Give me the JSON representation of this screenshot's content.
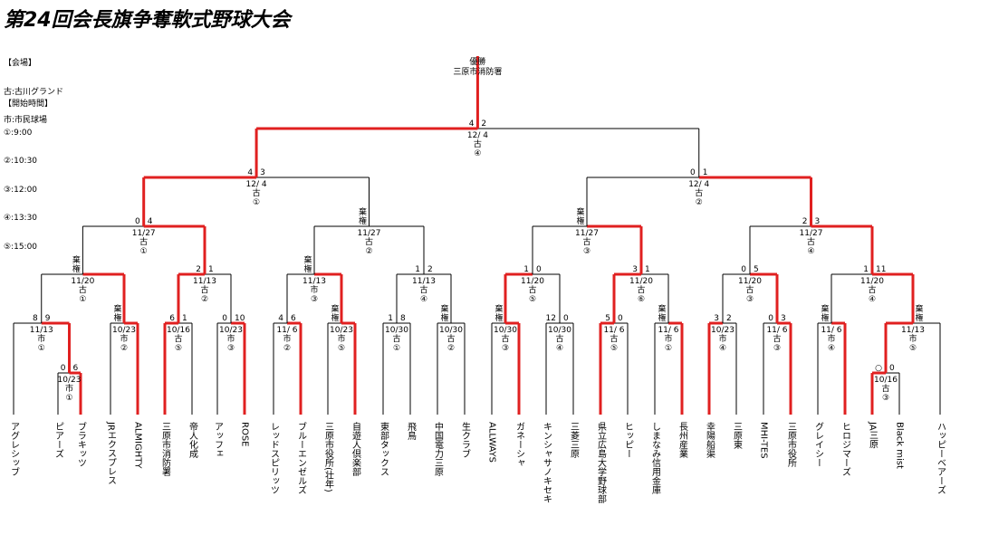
{
  "title": "第24回会長旗争奪軟式野球大会",
  "venue": {
    "header": "【会場】",
    "lines": [
      "古:古川グランド",
      "市:市民球場"
    ]
  },
  "times": {
    "header": "【開始時間】",
    "lines": [
      "①:9:00",
      "②:10:30",
      "③:12:00",
      "④:13:30",
      "⑤:15:00"
    ]
  },
  "final": {
    "label1": "優勝",
    "label2": "三原市消防署",
    "scores": [
      "4",
      "2"
    ],
    "date": "12/ 4",
    "venue": "古",
    "slot": "④"
  },
  "teams": [
    "アグレシッブ",
    "ピアーズ",
    "ブラキッツ",
    "JRエクスプレス",
    "ALMIGHTY",
    "三原市消防署",
    "帝人化成",
    "アッフェ",
    "ROSE",
    "レッドスピリッツ",
    "ブルーエンゼルズ",
    "三原市役所(壮年)",
    "自遊人倶楽部",
    "東部タックス",
    "飛鳥",
    "中国電力三原",
    "生クラブ",
    "ALLWAYS",
    "ガネーシャ",
    "キンシャサノキセキ",
    "三菱三原",
    "県立広島大学野球部",
    "ヒッピー",
    "しまなみ信用金庫",
    "長州産業",
    "幸陽船渠",
    "三原東",
    "MHI-TES",
    "三原市役所",
    "グレイシー",
    "ヒロジマーズ",
    "JA三原",
    "Black mist",
    "ハッピーベアーズ"
  ],
  "matches": [
    {
      "date": "10/23",
      "venue": "市",
      "slot": "①",
      "scores": [
        "0",
        "6"
      ]
    },
    {
      "date": "10/16",
      "venue": "古",
      "slot": "③",
      "scores": [
        "○",
        "0"
      ]
    },
    {
      "date": "11/13",
      "venue": "市",
      "slot": "①",
      "scores": [
        "8",
        "9"
      ]
    },
    {
      "date": "10/23",
      "venue": "市",
      "slot": "②",
      "scores": [
        "棄権",
        ""
      ]
    },
    {
      "date": "10/16",
      "venue": "古",
      "slot": "⑤",
      "scores": [
        "6",
        "1"
      ]
    },
    {
      "date": "10/23",
      "venue": "市",
      "slot": "③",
      "scores": [
        "0",
        "10"
      ]
    },
    {
      "date": "11/ 6",
      "venue": "市",
      "slot": "②",
      "scores": [
        "4",
        "6"
      ]
    },
    {
      "date": "10/23",
      "venue": "市",
      "slot": "⑤",
      "scores": [
        "棄権",
        ""
      ]
    },
    {
      "date": "10/30",
      "venue": "古",
      "slot": "①",
      "scores": [
        "1",
        "8"
      ]
    },
    {
      "date": "10/30",
      "venue": "古",
      "slot": "②",
      "scores": [
        "棄権",
        ""
      ]
    },
    {
      "date": "10/30",
      "venue": "古",
      "slot": "③",
      "scores": [
        "棄権",
        ""
      ]
    },
    {
      "date": "10/30",
      "venue": "古",
      "slot": "④",
      "scores": [
        "12",
        "0"
      ]
    },
    {
      "date": "11/ 6",
      "venue": "古",
      "slot": "⑤",
      "scores": [
        "5",
        "0"
      ]
    },
    {
      "date": "11/ 6",
      "venue": "市",
      "slot": "①",
      "scores": [
        "棄権",
        ""
      ]
    },
    {
      "date": "10/23",
      "venue": "市",
      "slot": "④",
      "scores": [
        "3",
        "2"
      ]
    },
    {
      "date": "11/ 6",
      "venue": "古",
      "slot": "③",
      "scores": [
        "0",
        "3"
      ]
    },
    {
      "date": "11/ 6",
      "venue": "市",
      "slot": "④",
      "scores": [
        "棄権",
        ""
      ]
    },
    {
      "date": "11/13",
      "venue": "市",
      "slot": "⑤",
      "scores": [
        "",
        "棄権"
      ]
    },
    {
      "date": "11/20",
      "venue": "古",
      "slot": "①",
      "scores": [
        "棄権",
        ""
      ]
    },
    {
      "date": "11/13",
      "venue": "古",
      "slot": "②",
      "scores": [
        "2",
        "1"
      ]
    },
    {
      "date": "11/13",
      "venue": "市",
      "slot": "③",
      "scores": [
        "棄権",
        ""
      ]
    },
    {
      "date": "11/13",
      "venue": "古",
      "slot": "④",
      "scores": [
        "1",
        "2"
      ]
    },
    {
      "date": "11/20",
      "venue": "古",
      "slot": "⑤",
      "scores": [
        "1",
        "0"
      ]
    },
    {
      "date": "11/20",
      "venue": "古",
      "slot": "⑥",
      "scores": [
        "3",
        "1"
      ]
    },
    {
      "date": "11/20",
      "venue": "古",
      "slot": "③",
      "scores": [
        "0",
        "5"
      ]
    },
    {
      "date": "11/20",
      "venue": "古",
      "slot": "④",
      "scores": [
        "1",
        "11"
      ]
    },
    {
      "date": "11/27",
      "venue": "古",
      "slot": "①",
      "scores": [
        "0",
        "4"
      ]
    },
    {
      "date": "11/27",
      "venue": "古",
      "slot": "②",
      "scores": [
        "棄権",
        ""
      ]
    },
    {
      "date": "11/27",
      "venue": "古",
      "slot": "③",
      "scores": [
        "棄権",
        ""
      ]
    },
    {
      "date": "11/27",
      "venue": "古",
      "slot": "④",
      "scores": [
        "2",
        "3"
      ]
    },
    {
      "date": "12/ 4",
      "venue": "古",
      "slot": "①",
      "scores": [
        "4",
        "3"
      ]
    },
    {
      "date": "12/ 4",
      "venue": "古",
      "slot": "②",
      "scores": [
        "0",
        "1"
      ]
    }
  ]
}
